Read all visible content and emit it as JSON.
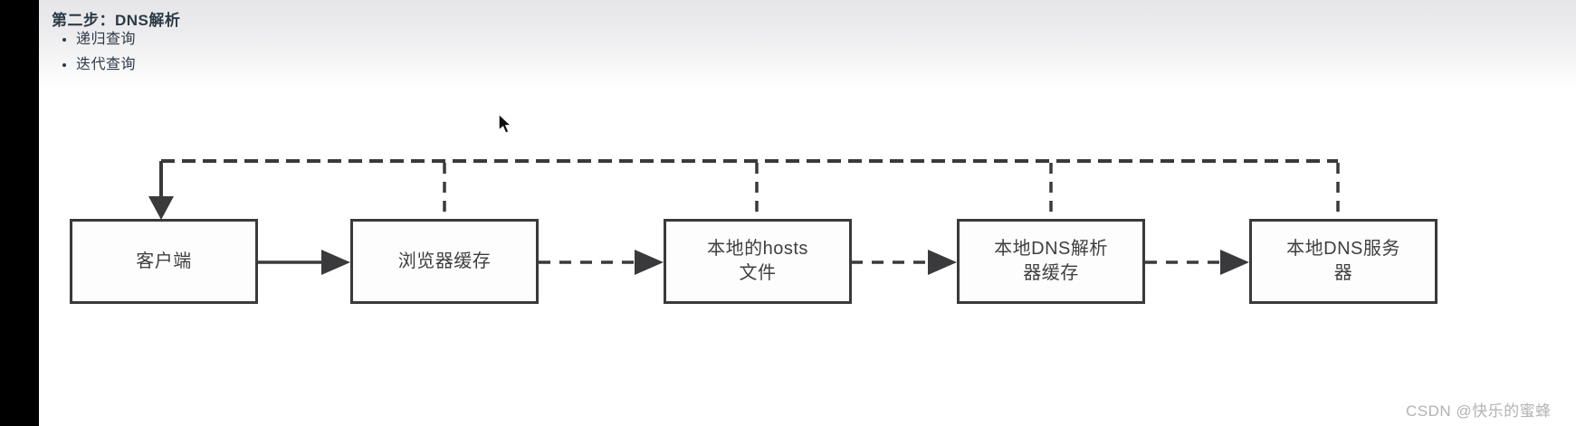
{
  "page": {
    "title": "第二步：DNS解析",
    "bullets": [
      "递归查询",
      "迭代查询"
    ],
    "watermark": "CSDN @快乐的蜜蜂"
  },
  "diagram": {
    "boxes": [
      {
        "id": "client",
        "line1": "客户端",
        "line2": ""
      },
      {
        "id": "browser-cache",
        "line1": "浏览器缓存",
        "line2": ""
      },
      {
        "id": "local-hosts-file",
        "line1": "本地的hosts",
        "line2": "文件"
      },
      {
        "id": "dns-resolver-cache",
        "line1": "本地DNS解析",
        "line2": "器缓存"
      },
      {
        "id": "local-dns-server",
        "line1": "本地DNS服务",
        "line2": "器"
      }
    ],
    "connections": [
      {
        "from": "client",
        "to": "browser-cache",
        "style": "solid-arrow"
      },
      {
        "from": "browser-cache",
        "to": "local-hosts-file",
        "style": "dashed-arrow"
      },
      {
        "from": "local-hosts-file",
        "to": "dns-resolver-cache",
        "style": "dashed-arrow"
      },
      {
        "from": "dns-resolver-cache",
        "to": "local-dns-server",
        "style": "dashed-arrow"
      },
      {
        "from": "all-stages",
        "to": "client",
        "style": "dashed-return-line-with-solid-arrow"
      }
    ]
  },
  "theme": {
    "line": "#3a3a3c",
    "box_border": "#3a3a3c",
    "box_text": "#3f3f41",
    "text_dark": "#2c3a47",
    "watermark": "#b3b3b3",
    "black_bar": "#000000",
    "bg_top": "#e6e6e8"
  }
}
